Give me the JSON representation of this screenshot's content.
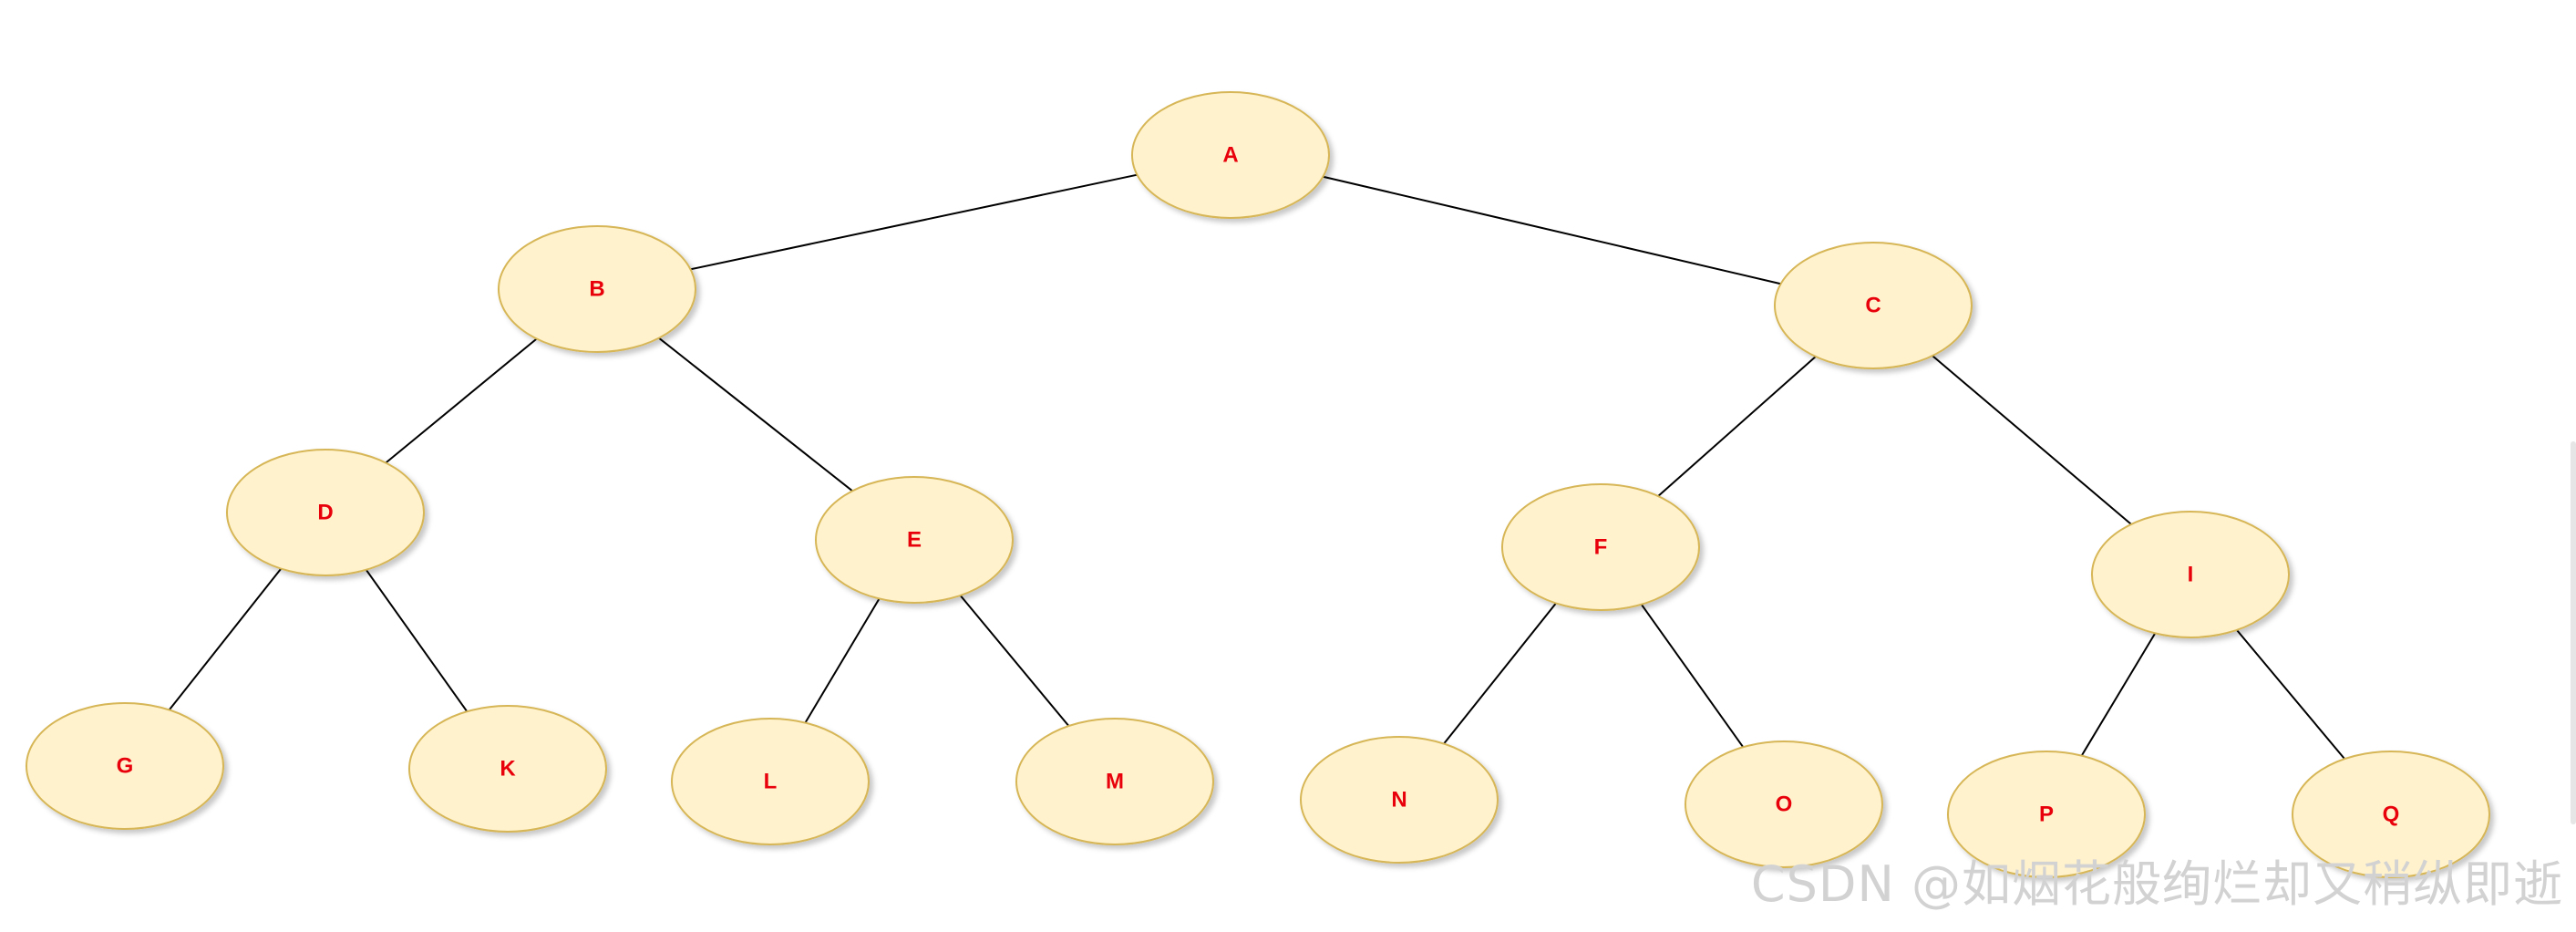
{
  "diagram": {
    "nodes": [
      {
        "id": "A",
        "label": "A"
      },
      {
        "id": "B",
        "label": "B"
      },
      {
        "id": "C",
        "label": "C"
      },
      {
        "id": "D",
        "label": "D"
      },
      {
        "id": "E",
        "label": "E"
      },
      {
        "id": "F",
        "label": "F"
      },
      {
        "id": "I",
        "label": "I"
      },
      {
        "id": "G",
        "label": "G"
      },
      {
        "id": "K",
        "label": "K"
      },
      {
        "id": "L",
        "label": "L"
      },
      {
        "id": "M",
        "label": "M"
      },
      {
        "id": "N",
        "label": "N"
      },
      {
        "id": "O",
        "label": "O"
      },
      {
        "id": "P",
        "label": "P"
      },
      {
        "id": "Q",
        "label": "Q"
      }
    ],
    "edges": [
      [
        "A",
        "B"
      ],
      [
        "A",
        "C"
      ],
      [
        "B",
        "D"
      ],
      [
        "B",
        "E"
      ],
      [
        "C",
        "F"
      ],
      [
        "C",
        "I"
      ],
      [
        "D",
        "G"
      ],
      [
        "D",
        "K"
      ],
      [
        "E",
        "L"
      ],
      [
        "E",
        "M"
      ],
      [
        "F",
        "N"
      ],
      [
        "F",
        "O"
      ],
      [
        "I",
        "P"
      ],
      [
        "I",
        "Q"
      ]
    ],
    "colors": {
      "node_fill": "#fff2cc",
      "node_stroke": "#d6b656",
      "label": "#e8000b",
      "edge": "#000000"
    }
  },
  "watermark": "CSDN @如烟花般绚烂却又稍纵即逝"
}
